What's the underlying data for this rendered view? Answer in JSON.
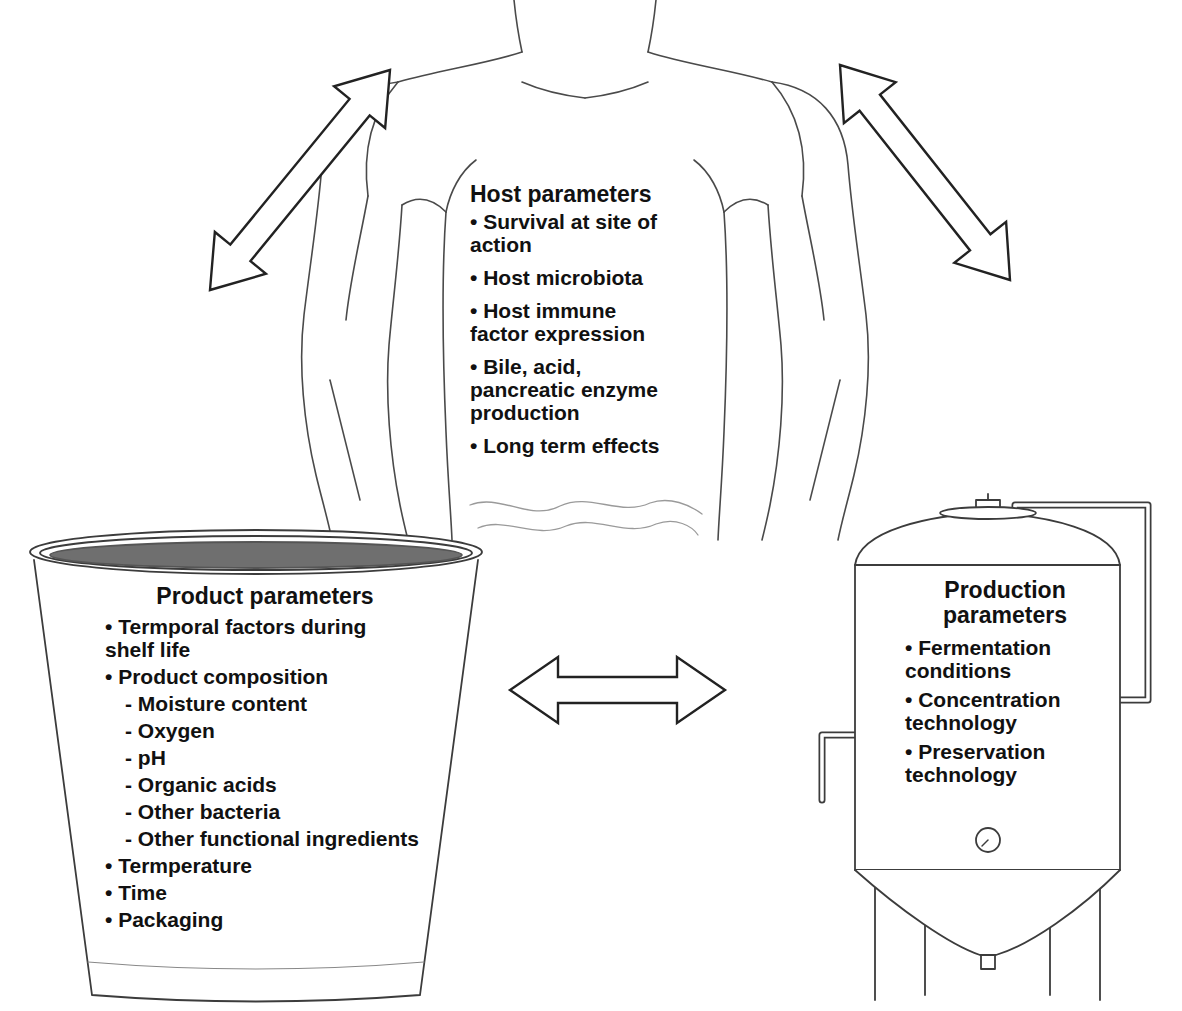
{
  "diagram": {
    "nodes": [
      {
        "text": [
          "Host parameters",
          "• Survival at site of action",
          "• Host microbiota",
          "• Host immune factor expression",
          "• Bile, acid, pancreatic enzyme production",
          "• Long term effects"
        ]
      },
      {
        "text": [
          "Product parameters",
          "• Termporal factors during shelf life",
          "• Product composition",
          "- Moisture content",
          "- Oxygen",
          "- pH",
          "- Organic acids",
          "- Other bacteria",
          "- Other functional ingredients",
          "• Termperature",
          "• Time",
          "• Packaging"
        ]
      },
      {
        "text": [
          "Production parameters",
          "• Fermentation conditions",
          "• Concentration technology",
          "• Preservation technology"
        ]
      }
    ],
    "edges": [
      {
        "from": 0,
        "to": 1,
        "arrow": "both"
      },
      {
        "from": 0,
        "to": 2,
        "arrow": "both"
      },
      {
        "from": 1,
        "to": 2,
        "arrow": "both"
      }
    ]
  }
}
